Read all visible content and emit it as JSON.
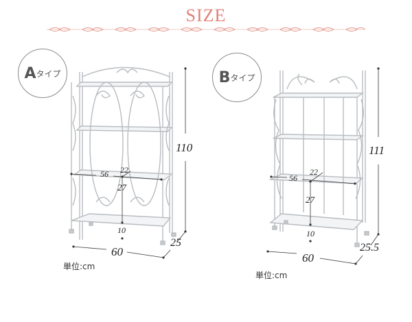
{
  "header": {
    "title": "SIZE",
    "accent_color": "#e0827a"
  },
  "products": [
    {
      "badge_letter": "A",
      "badge_suffix": "タイプ",
      "dimensions": {
        "height": "110",
        "width": "60",
        "depth": "25",
        "shelf_width": "56",
        "shelf_depth": "22",
        "shelf_spacing": "27",
        "floor_clearance": "10"
      },
      "unit_label": "単位:cm"
    },
    {
      "badge_letter": "B",
      "badge_suffix": "タイプ",
      "dimensions": {
        "height": "111",
        "width": "60",
        "depth": "25.5",
        "shelf_width": "56",
        "shelf_depth": "22",
        "shelf_spacing": "27",
        "floor_clearance": "10"
      },
      "unit_label": "単位:cm"
    }
  ]
}
